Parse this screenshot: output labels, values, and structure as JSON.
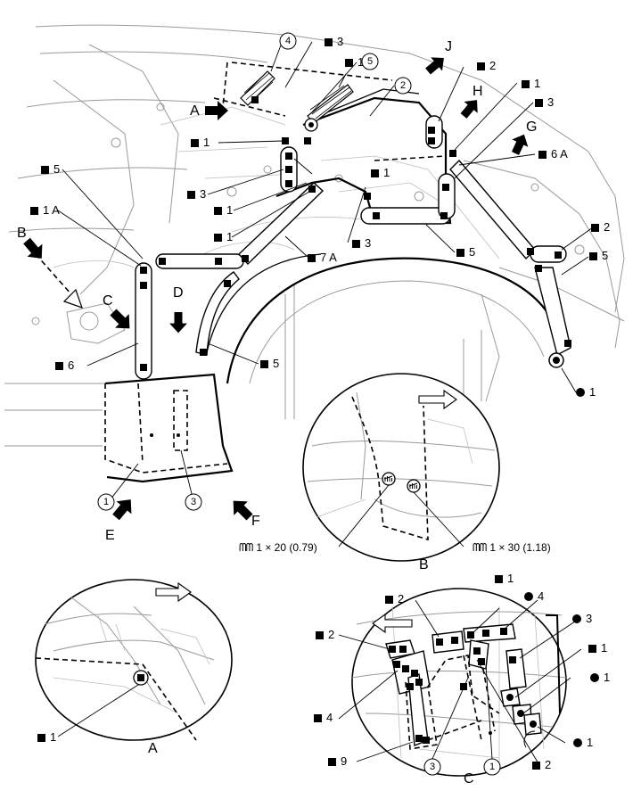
{
  "callouts": {
    "sq3_top": "3",
    "sq1_top": "1",
    "sq2_top": "2",
    "sq1_h": "1",
    "sq3_g": "3",
    "sq1_a": "1",
    "sq1_b": "1",
    "sq6a": "6 A",
    "sq5_left": "5",
    "sq3_mid": "3",
    "sq1_mid": "1",
    "sq1a": "1 A",
    "sq1_c": "1",
    "sq2_right": "2",
    "sq7a": "7 A",
    "sq3_bot": "3",
    "sq5_mid": "5",
    "sq5_right": "5",
    "sq6": "6",
    "sq5_arch": "5",
    "dot1_wheel": "1"
  },
  "view_letters": {
    "a": "A",
    "b": "B",
    "c": "C",
    "d": "D",
    "e": "E",
    "f": "F",
    "g": "G",
    "h": "H",
    "j": "J"
  },
  "part_numbers": {
    "p1": "1",
    "p2": "2",
    "p3": "3",
    "p4": "4",
    "p5": "5"
  },
  "bolt_specs": {
    "b20": "1 × 20 (0.79)",
    "b30": "1 × 30 (1.18)"
  },
  "detail_labels": {
    "b": "B",
    "a": "A",
    "c": "C"
  },
  "detail_a": {
    "sq1": "1"
  },
  "detail_c": {
    "sq1_top": "1",
    "dot4": "4",
    "sq2_top": "2",
    "dot3": "3",
    "sq2_left": "2",
    "sq1_right": "1",
    "dot1_a": "1",
    "sq4": "4",
    "dot1_b": "1",
    "sq9": "9",
    "sq2_bot": "2",
    "p3": "3",
    "p1": "1"
  },
  "icons": {
    "square": "filled-square-icon",
    "dot": "filled-circle-icon",
    "bolt": "bolt-symbol-icon",
    "arrow": "view-direction-arrow-icon"
  }
}
